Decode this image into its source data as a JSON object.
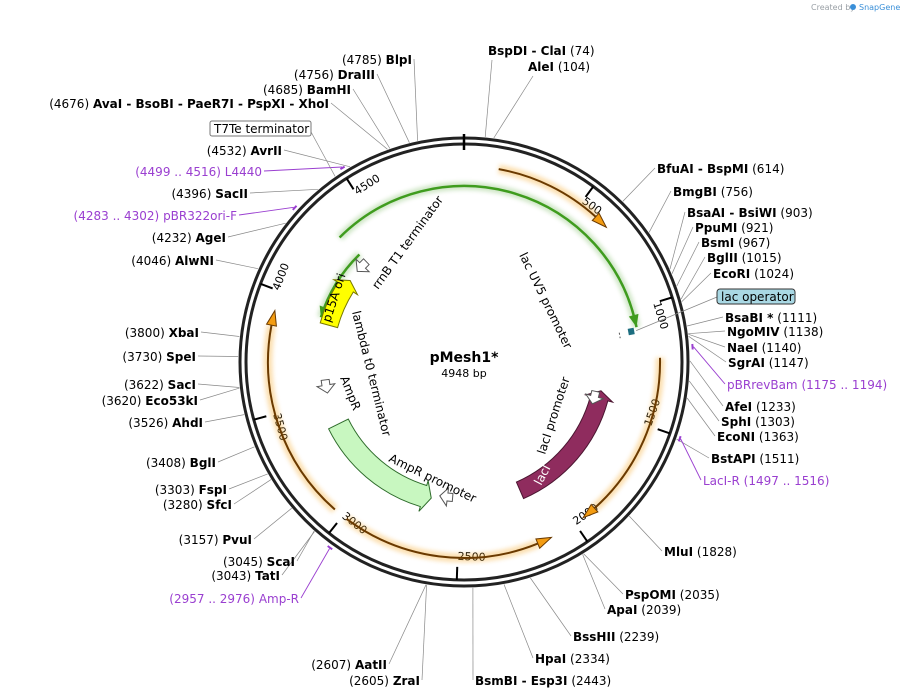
{
  "watermark": {
    "created_by": "Created by",
    "brand": "SnapGene"
  },
  "plasmid": {
    "name": "pMesh1*",
    "size": "4948 bp"
  },
  "ruler": [
    "500",
    "1000",
    "1500",
    "2000",
    "2500",
    "3000",
    "3500",
    "4000",
    "4500"
  ],
  "features": [
    {
      "id": "lac-uv5-promoter",
      "label": "lac UV5 promoter"
    },
    {
      "id": "laci-promoter",
      "label": "lacI promoter"
    },
    {
      "id": "laci",
      "label": "lacI"
    },
    {
      "id": "ampr-promoter",
      "label": "AmpR promoter"
    },
    {
      "id": "ampr",
      "label": "AmpR"
    },
    {
      "id": "lambda-t0-terminator",
      "label": "lambda t0 terminator"
    },
    {
      "id": "p15a-ori",
      "label": "p15A ori"
    },
    {
      "id": "rrnb-t1-terminator",
      "label": "rrnB T1 terminator"
    }
  ],
  "boxed": [
    {
      "id": "t7te",
      "label": "T7Te terminator"
    },
    {
      "id": "lac-operator",
      "label": "lac operator"
    }
  ],
  "sites": [
    {
      "name": "BspDI  -  ClaI",
      "pos": "(74)"
    },
    {
      "name": "AleI",
      "pos": "(104)"
    },
    {
      "name": "BfuAI  -  BspMI",
      "pos": "(614)"
    },
    {
      "name": "BmgBI",
      "pos": "(756)"
    },
    {
      "name": "BsaAI  -  BsiWI",
      "pos": "(903)"
    },
    {
      "name": "PpuMI",
      "pos": "(921)"
    },
    {
      "name": "BsmI",
      "pos": "(967)"
    },
    {
      "name": "BglII",
      "pos": "(1015)"
    },
    {
      "name": "EcoRI",
      "pos": "(1024)"
    },
    {
      "name": "BsaBI *",
      "pos": "(1111)"
    },
    {
      "name": "NgoMIV",
      "pos": "(1138)"
    },
    {
      "name": "NaeI",
      "pos": "(1140)"
    },
    {
      "name": "SgrAI",
      "pos": "(1147)"
    },
    {
      "name": "AfeI",
      "pos": "(1233)"
    },
    {
      "name": "SphI",
      "pos": "(1303)"
    },
    {
      "name": "EcoNI",
      "pos": "(1363)"
    },
    {
      "name": "BstAPI",
      "pos": "(1511)"
    },
    {
      "name": "MluI",
      "pos": "(1828)"
    },
    {
      "name": "PspOMI",
      "pos": "(2035)"
    },
    {
      "name": "ApaI",
      "pos": "(2039)"
    },
    {
      "name": "BssHII",
      "pos": "(2239)"
    },
    {
      "name": "HpaI",
      "pos": "(2334)"
    },
    {
      "name": "BsmBI  -  Esp3I",
      "pos": "(2443)"
    },
    {
      "name": "AatII",
      "pos": "(2607)"
    },
    {
      "name": "ZraI",
      "pos": "(2605)"
    },
    {
      "name": "TatI",
      "pos": "(3043)"
    },
    {
      "name": "ScaI",
      "pos": "(3045)"
    },
    {
      "name": "PvuI",
      "pos": "(3157)"
    },
    {
      "name": "SfcI",
      "pos": "(3280)"
    },
    {
      "name": "FspI",
      "pos": "(3303)"
    },
    {
      "name": "BglI",
      "pos": "(3408)"
    },
    {
      "name": "AhdI",
      "pos": "(3526)"
    },
    {
      "name": "Eco53kI",
      "pos": "(3620)"
    },
    {
      "name": "SacI",
      "pos": "(3622)"
    },
    {
      "name": "SpeI",
      "pos": "(3730)"
    },
    {
      "name": "XbaI",
      "pos": "(3800)"
    },
    {
      "name": "AlwNI",
      "pos": "(4046)"
    },
    {
      "name": "AgeI",
      "pos": "(4232)"
    },
    {
      "name": "SacII",
      "pos": "(4396)"
    },
    {
      "name": "AvrII",
      "pos": "(4532)"
    },
    {
      "name": "AvaI  -  BsoBI  -  PaeR7I  -  PspXI  -  XhoI",
      "pos": "(4676)"
    },
    {
      "name": "BamHI",
      "pos": "(4685)"
    },
    {
      "name": "DraIII",
      "pos": "(4756)"
    },
    {
      "name": "BlpI",
      "pos": "(4785)"
    }
  ],
  "primers": [
    {
      "name": "pBRrevBam",
      "range": "(1175 .. 1194)"
    },
    {
      "name": "LacI-R",
      "range": "(1497 .. 1516)"
    },
    {
      "name": "Amp-R",
      "range": "(2957 .. 2976)"
    },
    {
      "name": "pBR322ori-F",
      "range": "(4283 .. 4302)"
    },
    {
      "name": "L4440",
      "range": "(4499 .. 4516)"
    }
  ],
  "colors": {
    "ring": "#222222",
    "orf": "#f5a623",
    "promoter": "#3f9c1e",
    "laci": "#8f2c5e",
    "ampr": "#c8f7c0",
    "ori": "#ffff00",
    "primer": "#9a3fd0",
    "operator": "#7ecfe0"
  }
}
